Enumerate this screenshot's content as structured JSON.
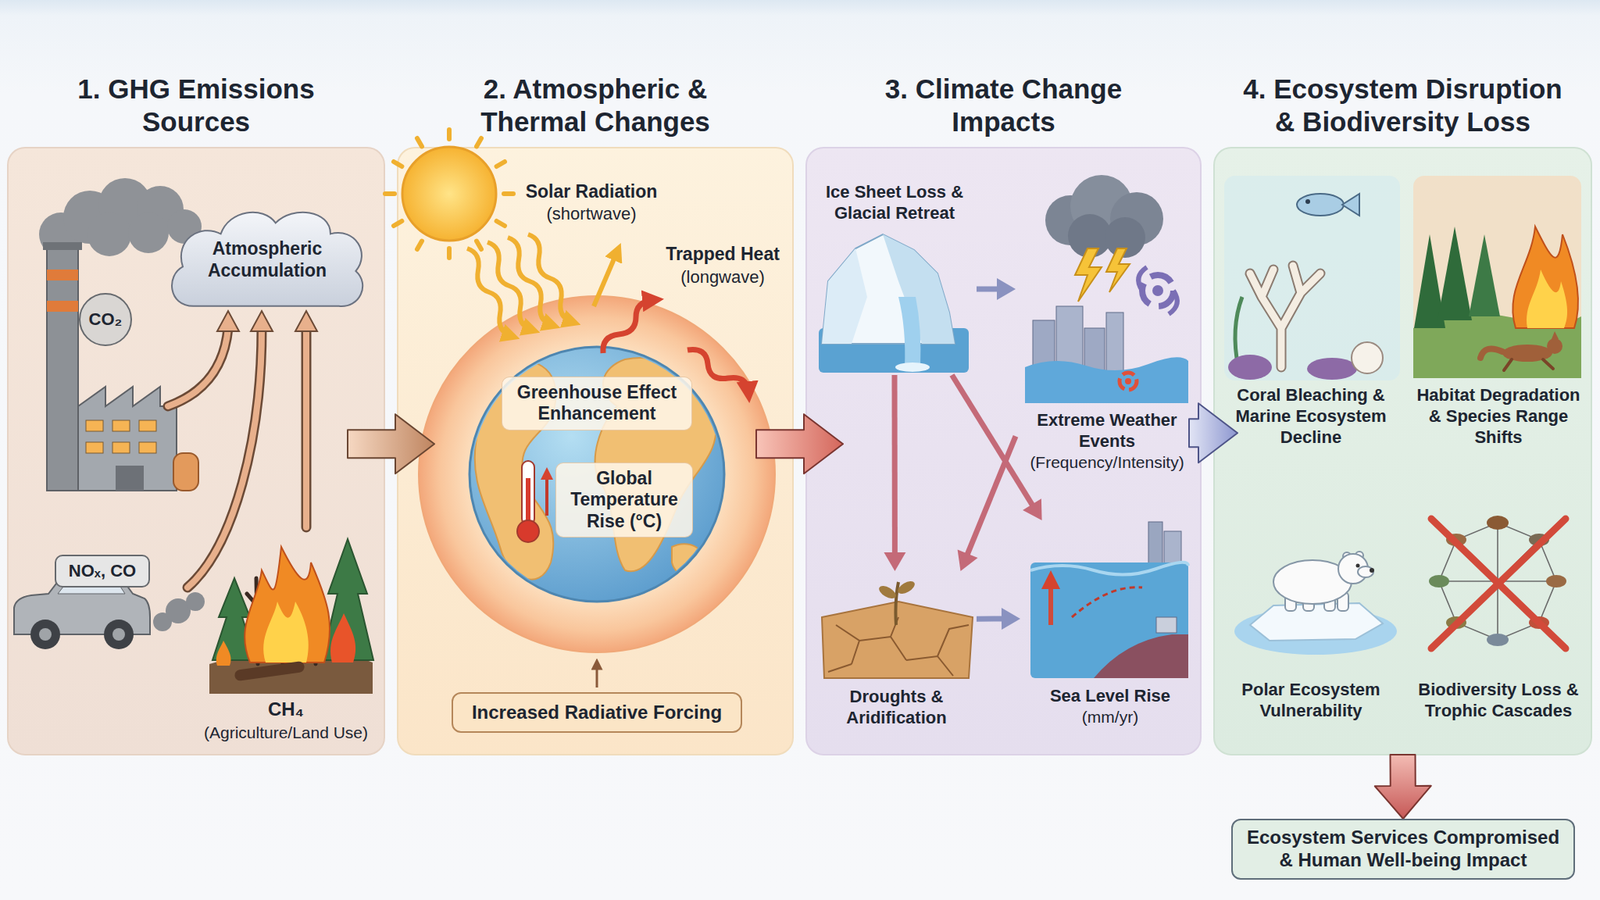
{
  "diagram": {
    "nodes": [
      {
        "text": [
          "1. GHG Emissions Sources"
        ]
      },
      {
        "text": [
          "Atmospheric Accumulation"
        ],
        "in": 0
      },
      {
        "text": [
          "CO₂"
        ],
        "in": 0
      },
      {
        "text": [
          "NOₓ, CO"
        ],
        "in": 0
      },
      {
        "text": [
          "2. Atmospheric & Thermal Changes"
        ]
      },
      {
        "text": [
          "Greenhouse Effect Enhancement"
        ],
        "in": 4
      },
      {
        "text": [
          "Global Temperature Rise (°C)"
        ],
        "in": 4
      },
      {
        "text": [
          "Increased Radiative Forcing"
        ],
        "in": 4
      },
      {
        "text": [
          "3. Climate Change Impacts"
        ]
      },
      {
        "text": [
          "Ice Sheet Loss & Glacial Retreat"
        ],
        "in": 8
      },
      {
        "text": [
          "Extreme Weather Events",
          "(Frequency/Intensity)"
        ],
        "in": 8
      },
      {
        "text": [
          "Droughts & Aridification"
        ],
        "in": 8
      },
      {
        "text": [
          "Sea Level Rise",
          "(mm/yr)"
        ],
        "in": 8
      },
      {
        "text": [
          "4. Ecosystem Disruption & Biodiversity Loss"
        ]
      },
      {
        "text": [
          "Coral Bleaching & Marine Ecosystem Decline"
        ],
        "in": 13
      },
      {
        "text": [
          "Habitat Degradation & Species Range Shifts"
        ],
        "in": 13
      },
      {
        "text": [
          "Polar Ecosystem Vulnerability"
        ],
        "in": 13
      },
      {
        "text": [
          "Biodiversity Loss & Trophic Cascades"
        ],
        "in": 13
      },
      {
        "text": [
          "Ecosystem Services Compromised & Human Well-being Impact"
        ]
      }
    ],
    "edges": [
      {
        "from": 0,
        "to": 4,
        "arrow": "to"
      },
      {
        "from": 4,
        "to": 8,
        "arrow": "to"
      },
      {
        "from": 8,
        "to": 13,
        "arrow": "to"
      },
      {
        "from": 9,
        "to": 10,
        "arrow": "to"
      },
      {
        "from": 9,
        "to": 11,
        "arrow": "to"
      },
      {
        "from": 9,
        "to": 12,
        "arrow": "to"
      },
      {
        "from": 10,
        "to": 11,
        "arrow": "to"
      },
      {
        "from": 11,
        "to": 12,
        "arrow": "to"
      },
      {
        "from": 13,
        "to": 18,
        "arrow": "to"
      }
    ],
    "labels": [
      "CH₄",
      "(Agriculture/Land Use)",
      "Solar Radiation",
      "(shortwave)",
      "Trapped Heat",
      "(longwave)"
    ]
  }
}
